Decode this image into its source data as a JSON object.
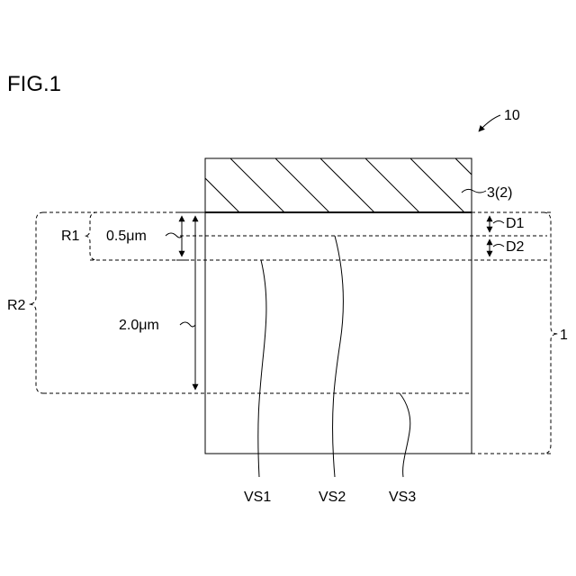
{
  "figure": {
    "title": "FIG.1",
    "labels": {
      "device_ref": "10",
      "layer_top": "3(2)",
      "substrate": "1",
      "d1": "D1",
      "d2": "D2",
      "r1": "R1",
      "r2": "R2",
      "depth_05": "0.5μm",
      "depth_20": "2.0μm",
      "vs1": "VS1",
      "vs2": "VS2",
      "vs3": "VS3"
    }
  }
}
